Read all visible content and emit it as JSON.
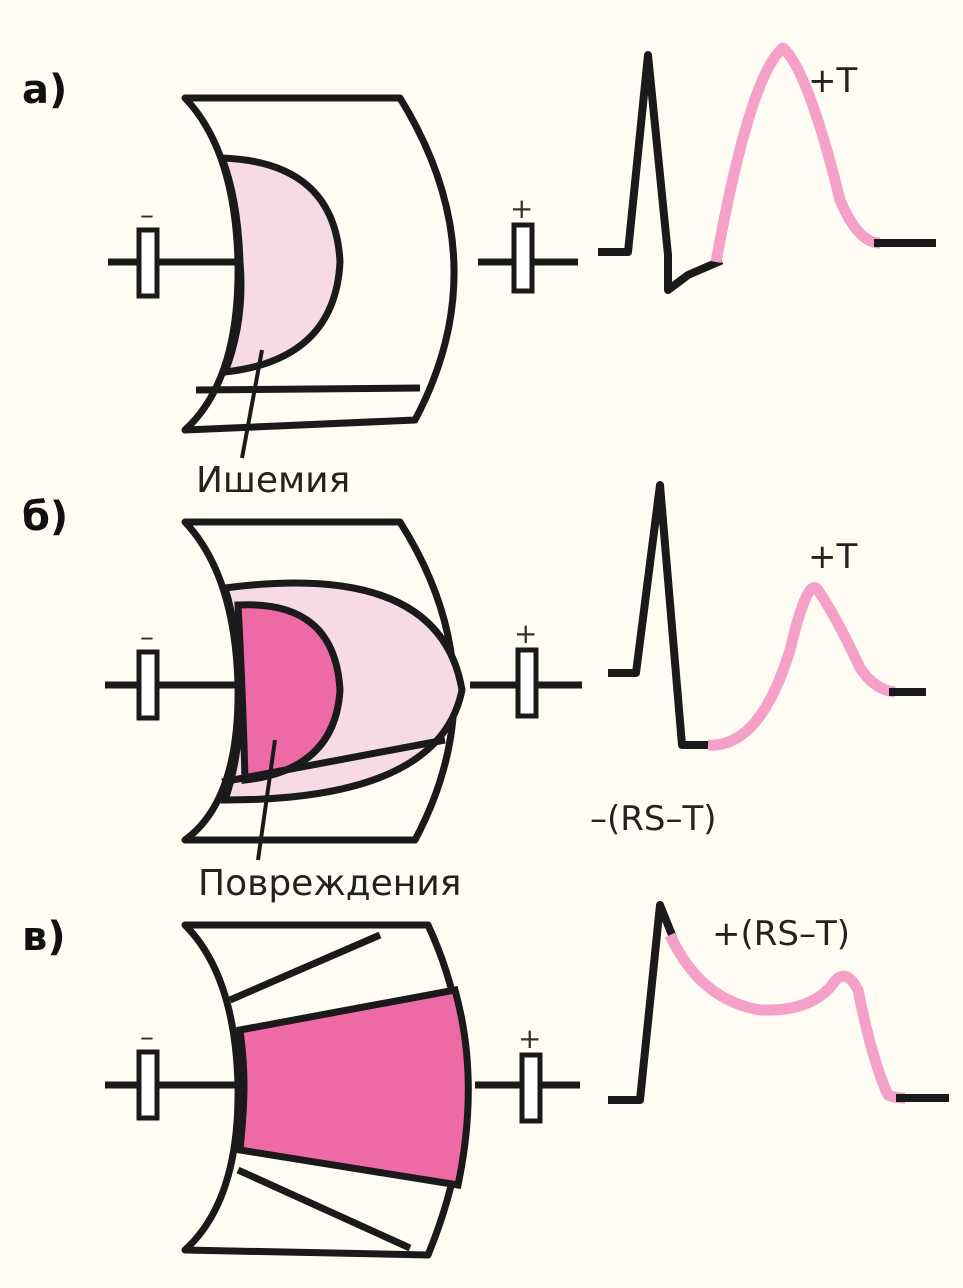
{
  "colors": {
    "background": "#fffdf3",
    "ischemia_fill": "#f6dbe7",
    "injury_fill": "#ee6aa7",
    "t_wave": "#f4a0c8",
    "outline": "#1a1a1a"
  },
  "panels": [
    {
      "label": "а)",
      "wave_label": "+T",
      "caption": "Ишемия",
      "electrode_neg": "–",
      "electrode_pos": "+"
    },
    {
      "label": "б)",
      "wave_label": "+T",
      "wave_label_2": "–(RS–T)",
      "caption": "Повреждения",
      "electrode_neg": "–",
      "electrode_pos": "+"
    },
    {
      "label": "в)",
      "wave_label": "+(RS–T)",
      "electrode_neg": "–",
      "electrode_pos": "+"
    }
  ]
}
